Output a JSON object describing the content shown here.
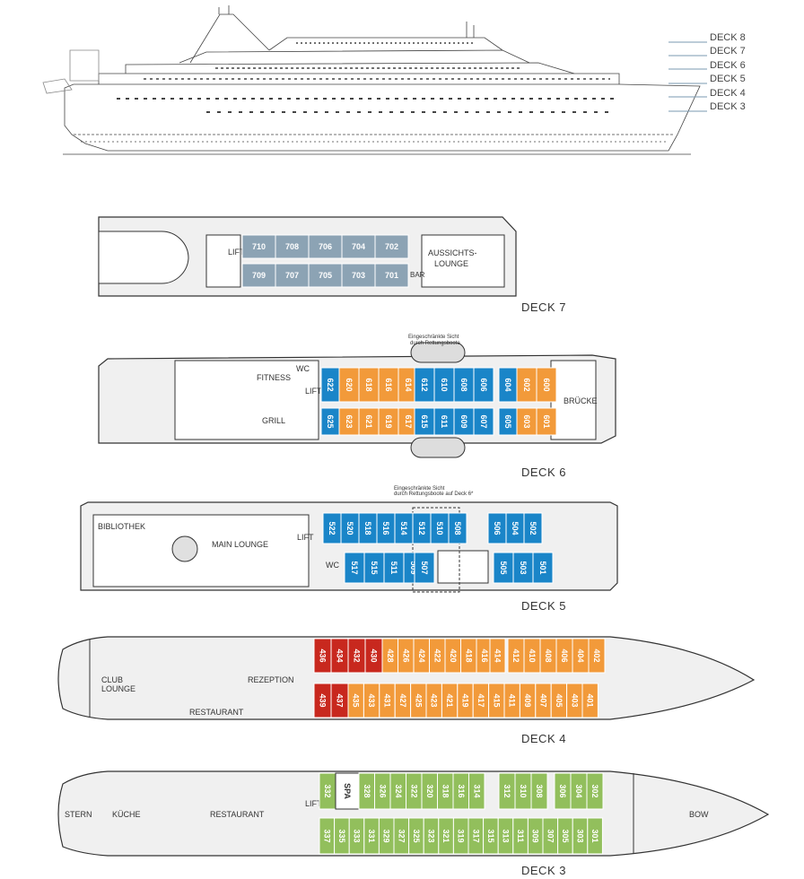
{
  "colors": {
    "grey": "#8ca3b4",
    "blue": "#1a85c8",
    "orange": "#f29a3a",
    "red": "#c8281e",
    "green": "#92bf5c",
    "hull": "#f0f0f0",
    "line": "#333333"
  },
  "legend": [
    "DECK 8",
    "DECK 7",
    "DECK 6",
    "DECK 5",
    "DECK 4",
    "DECK 3"
  ],
  "deck7": {
    "title": "DECK 7",
    "lift": "LIFT",
    "bar": "BAR",
    "lounge_1": "AUSSICHTS-",
    "lounge_2": "LOUNGE",
    "top": [
      "710",
      "708",
      "706",
      "704",
      "702"
    ],
    "bottom": [
      "709",
      "707",
      "705",
      "703",
      "701"
    ]
  },
  "deck6": {
    "title": "DECK 6",
    "note_1": "Eingeschränkte Sicht",
    "note_2": "durch Rettungsboote",
    "fitness": "FITNESS",
    "wc": "WC",
    "lift": "LIFT",
    "grill": "GRILL",
    "bridge": "BRÜCKE",
    "top_blue_a": "622",
    "top_orange": [
      "620",
      "618",
      "616",
      "614"
    ],
    "top_blue_b": [
      "612",
      "610",
      "608",
      "606"
    ],
    "top_blue_c": "604",
    "top_orange_c": [
      "602",
      "600"
    ],
    "bot_blue_a": "625",
    "bot_orange": [
      "623",
      "621",
      "619",
      "617"
    ],
    "bot_blue_b": [
      "615",
      "611",
      "609",
      "607"
    ],
    "bot_blue_c": "605",
    "bot_orange_c": [
      "603",
      "601"
    ]
  },
  "deck5": {
    "title": "DECK 5",
    "note_1": "Eingeschränkte Sicht",
    "note_2": "durch Rettungsboote auf Deck 6*",
    "library": "BIBLIOTHEK",
    "lounge": "MAIN LOUNGE",
    "lift": "LIFT",
    "wc": "WC",
    "top_a": [
      "522",
      "520",
      "518",
      "516",
      "514",
      "512",
      "510",
      "508"
    ],
    "top_b": [
      "506",
      "504",
      "502"
    ],
    "bot_a": [
      "517",
      "515",
      "511",
      "509"
    ],
    "bot_a2": "507",
    "bot_b": [
      "505",
      "503",
      "501"
    ]
  },
  "deck4": {
    "title": "DECK 4",
    "club_1": "CLUB",
    "club_2": "LOUNGE",
    "rezeption": "REZEPTION",
    "restaurant": "RESTAURANT",
    "top_red": [
      "436",
      "434",
      "432",
      "430"
    ],
    "top_orange": [
      "428",
      "426",
      "424",
      "422",
      "420",
      "418",
      "416"
    ],
    "top_orange_b": "414",
    "top_orange_c": [
      "412",
      "410",
      "408",
      "406",
      "404",
      "402"
    ],
    "bot_red": [
      "439",
      "437"
    ],
    "bot_orange": [
      "435",
      "433",
      "431",
      "427",
      "425",
      "423",
      "421",
      "419",
      "417",
      "415",
      "411",
      "409",
      "407",
      "405",
      "403",
      "401"
    ]
  },
  "deck3": {
    "title": "DECK 3",
    "stern": "STERN",
    "kueche": "KÜCHE",
    "restaurant": "RESTAURANT",
    "bow": "BOW",
    "lift": "LIFT",
    "spa": "SPA",
    "top_a": "332",
    "top_b": [
      "328",
      "326",
      "324",
      "322",
      "320",
      "318",
      "316",
      "314"
    ],
    "top_c": [
      "312",
      "310",
      "308"
    ],
    "top_d": [
      "306",
      "304",
      "302"
    ],
    "bot": [
      "337",
      "335",
      "333",
      "331",
      "329",
      "327",
      "325",
      "323",
      "321",
      "319",
      "317",
      "315",
      "313",
      "311",
      "309",
      "307",
      "305",
      "303",
      "301"
    ]
  }
}
